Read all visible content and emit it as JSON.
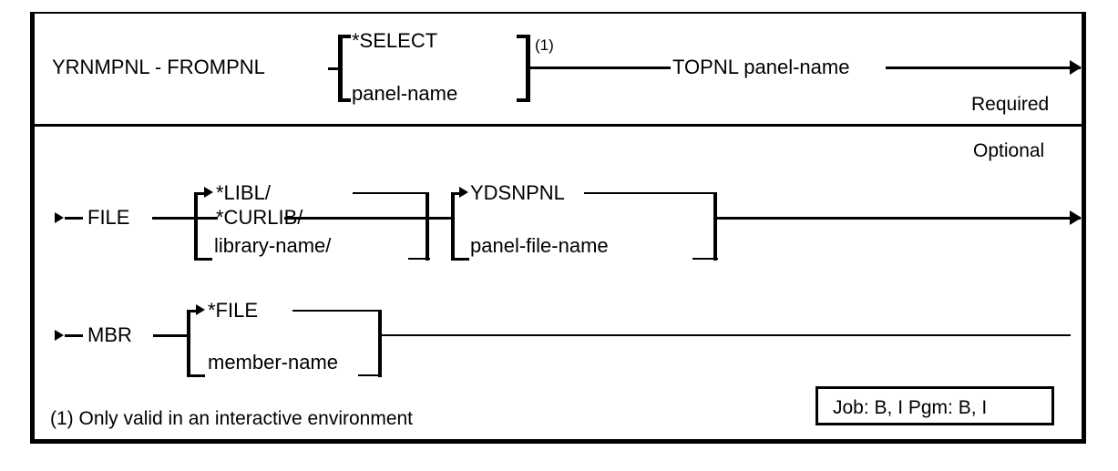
{
  "diagram": {
    "type": "railroad-syntax-diagram",
    "command": "YRNMPNL",
    "title": "YRNMPNL - FROMPNL",
    "rows": {
      "required": {
        "section_label": "Required",
        "lead_text": "YRNMPNL - FROMPNL",
        "choice_group": {
          "options": [
            "*SELECT",
            "panel-name"
          ],
          "footnote_ref": "(1)"
        },
        "after_group_text": "TOPNL panel-name"
      },
      "optional": {
        "section_label": "Optional",
        "parameters": [
          {
            "keyword": "FILE",
            "library_choice": {
              "options": [
                "*LIBL/",
                "*CURLIB/",
                "library-name/"
              ],
              "default": "*LIBL/"
            },
            "name_choice": {
              "options": [
                "YDSNPNL",
                "panel-file-name"
              ],
              "default": "YDSNPNL"
            }
          },
          {
            "keyword": "MBR",
            "name_choice": {
              "options": [
                "*FILE",
                "member-name"
              ],
              "default": "*FILE"
            }
          }
        ]
      }
    },
    "footnote": "(1) Only valid in an interactive environment",
    "job_pgm_box": {
      "text": "Job: B, I   Pgm: B, I",
      "job_label": "Job:",
      "job_values": "B, I",
      "pgm_label": "Pgm:",
      "pgm_values": "B, I"
    },
    "colors": {
      "ink": "#000000",
      "background": "#ffffff"
    }
  }
}
